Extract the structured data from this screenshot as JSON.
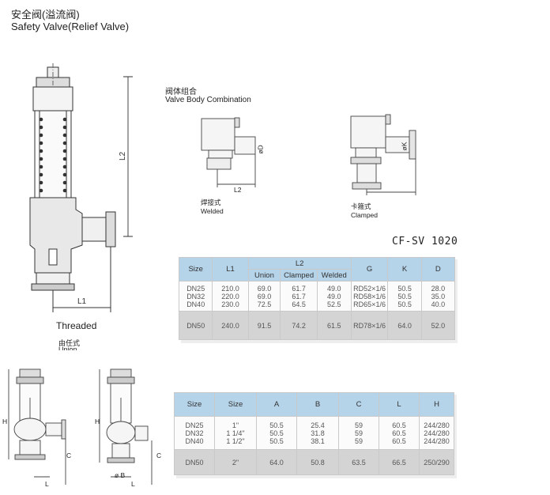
{
  "header": {
    "title_cn": "安全阀(溢流阀)",
    "title_en": "Safety Valve(Relief Valve)"
  },
  "combination": {
    "title_cn": "阀体组合",
    "title_en": "Valve Body Combination",
    "welded_cn": "焊接式",
    "welded_en": "Welded",
    "clamped_cn": "卡箍式",
    "clamped_en": "Clamped",
    "dim_L2": "L2",
    "dim_D": "øD",
    "dim_K": "øK"
  },
  "model": "CF-SV 1020",
  "main_drawing": {
    "dim_L1": "L1",
    "dim_L2": "L2",
    "caption": "Threaded",
    "union_cn": "由任式",
    "union_en": "Union"
  },
  "small_drawings": {
    "dim_H": "H",
    "dim_C": "C",
    "dim_L": "L",
    "dim_phiB": "ø B"
  },
  "table1": {
    "headers": {
      "size": "Size",
      "l1": "L1",
      "l2": "L2",
      "g": "G",
      "k": "K",
      "d": "D",
      "union": "Union",
      "clamped": "Clamped",
      "welded": "Welded"
    },
    "group": {
      "size": "DN25\nDN32\nDN40",
      "l1": "210.0\n220.0\n230.0",
      "union": "69.0\n69.0\n72.5",
      "clamped": "61.7\n61.7\n64.5",
      "welded": "49.0\n49.0\n52.5",
      "g": "RD52×1/6\nRD58×1/6\nRD65×1/6",
      "k": "50.5\n50.5\n50.5",
      "d": "28.0\n35.0\n40.0"
    },
    "dn50": {
      "size": "DN50",
      "l1": "240.0",
      "union": "91.5",
      "clamped": "74.2",
      "welded": "61.5",
      "g": "RD78×1/6",
      "k": "64.0",
      "d": "52.0"
    }
  },
  "table2": {
    "headers": {
      "size": "Size",
      "size2": "Size",
      "a": "A",
      "b": "B",
      "c": "C",
      "l": "L",
      "h": "H"
    },
    "group": {
      "size": "DN25\nDN32\nDN40",
      "size2": "1\"\n1 1/4\"\n1 1/2\"",
      "a": "50.5\n50.5\n50.5",
      "b": "25.4\n31.8\n38.1",
      "c": "59\n59\n59",
      "l": "60.5\n60.5\n60.5",
      "h": "244/280\n244/280\n244/280"
    },
    "dn50": {
      "size": "DN50",
      "size2": "2\"",
      "a": "64.0",
      "b": "50.8",
      "c": "63.5",
      "l": "66.5",
      "h": "250/290"
    }
  }
}
